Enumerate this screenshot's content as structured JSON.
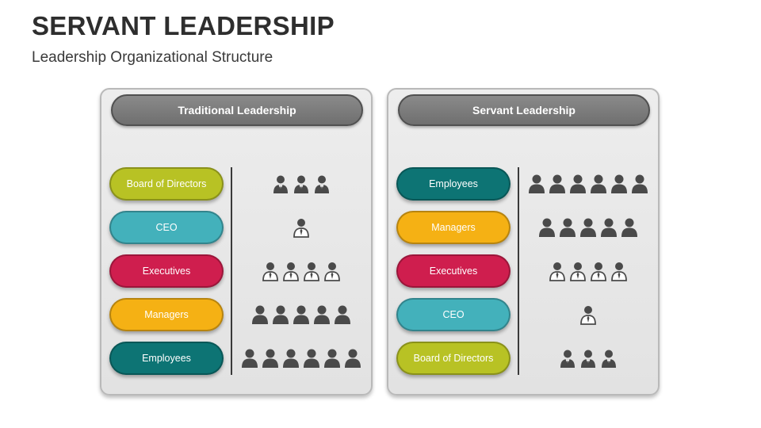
{
  "title": "SERVANT LEADERSHIP",
  "subtitle": "Leadership Organizational Structure",
  "colors": {
    "olive": "#b8c224",
    "teal_light": "#43b1bb",
    "crimson": "#cf1e4e",
    "amber": "#f5b114",
    "teal_dark": "#0d7474"
  },
  "panels": [
    {
      "header": "Traditional Leadership",
      "rows": [
        {
          "label": "Board of Directors",
          "color": "#b8c224",
          "icon": "businessman-icon",
          "count": 3
        },
        {
          "label": "CEO",
          "color": "#43b1bb",
          "icon": "executive-icon",
          "count": 1
        },
        {
          "label": "Executives",
          "color": "#cf1e4e",
          "icon": "executive-icon",
          "count": 4
        },
        {
          "label": "Managers",
          "color": "#f5b114",
          "icon": "person-icon",
          "count": 5
        },
        {
          "label": "Employees",
          "color": "#0d7474",
          "icon": "person-icon",
          "count": 6
        }
      ]
    },
    {
      "header": "Servant Leadership",
      "rows": [
        {
          "label": "Employees",
          "color": "#0d7474",
          "icon": "person-icon",
          "count": 6
        },
        {
          "label": "Managers",
          "color": "#f5b114",
          "icon": "person-icon",
          "count": 5
        },
        {
          "label": "Executives",
          "color": "#cf1e4e",
          "icon": "executive-icon",
          "count": 4
        },
        {
          "label": "CEO",
          "color": "#43b1bb",
          "icon": "executive-icon",
          "count": 1
        },
        {
          "label": "Board of Directors",
          "color": "#b8c224",
          "icon": "businessman-icon",
          "count": 3
        }
      ]
    }
  ]
}
